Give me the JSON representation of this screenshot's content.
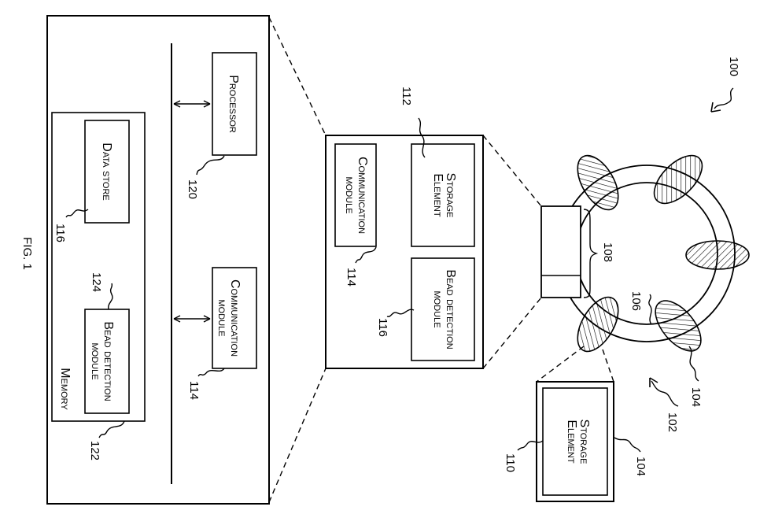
{
  "figure": {
    "title": "FIG. 1",
    "ref": "100"
  },
  "left_panel": {
    "processor": {
      "label": "Processor",
      "ref": "120"
    },
    "communication_module": {
      "line1": "Communication",
      "line2": "module",
      "ref": "114"
    },
    "memory": {
      "label": "Memory",
      "ref": "122"
    },
    "data_store": {
      "label": "Data store",
      "ref": "116"
    },
    "bead_detection_module": {
      "line1": "Bead detection",
      "line2": "module",
      "ref": "124"
    }
  },
  "middle_panel": {
    "storage_element": {
      "line1": "Storage",
      "line2": "Element",
      "ref": "112"
    },
    "communication_module": {
      "line1": "Communication",
      "line2": "module",
      "ref": "114"
    },
    "bead_detection_module": {
      "line1": "Bead detection",
      "line2": "module",
      "ref": "116"
    }
  },
  "device": {
    "ref_system": "102",
    "ref_bead": "104",
    "ref_ring": "106",
    "ref_controller": "108"
  },
  "bead_detail": {
    "storage_element": {
      "line1": "Storage",
      "line2": "Element"
    },
    "ref_inner": "110",
    "ref_outer": "104"
  },
  "colors": {
    "ink": "#000000",
    "paper": "#ffffff"
  }
}
